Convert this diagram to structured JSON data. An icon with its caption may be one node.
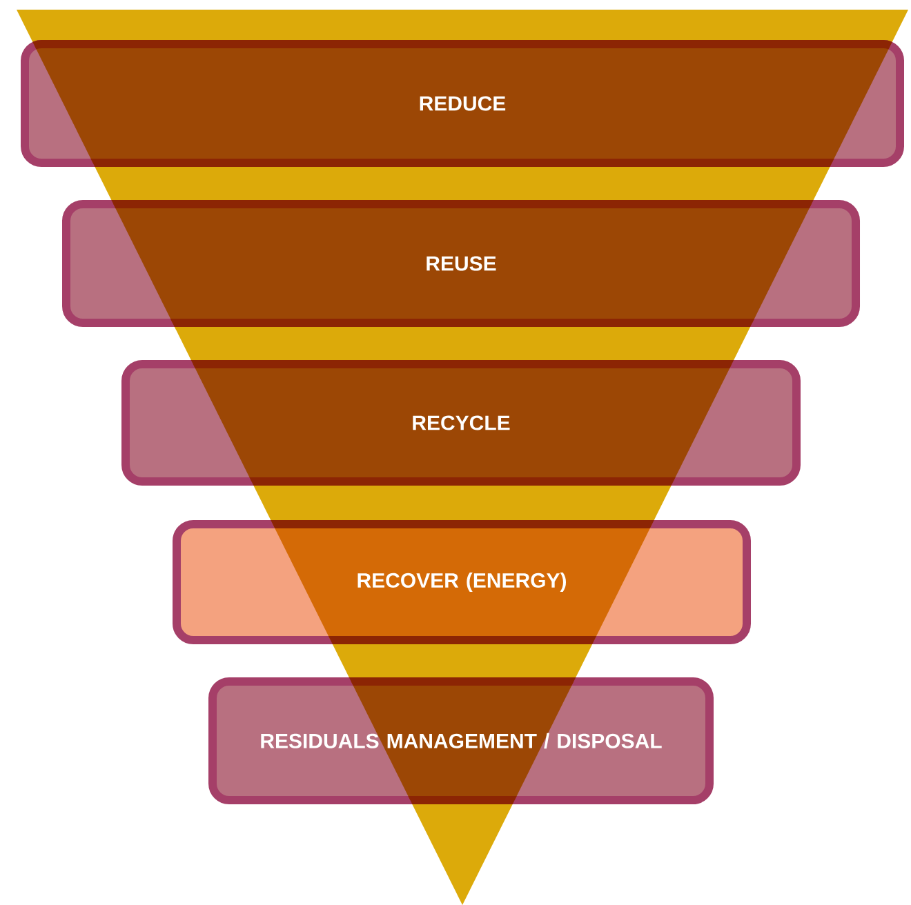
{
  "diagram": {
    "nodes": [
      {
        "text": [
          "REDUCE"
        ]
      },
      {
        "text": [
          "REUSE"
        ]
      },
      {
        "text": [
          "RECYCLE"
        ]
      },
      {
        "text": [
          "RECOVER (ENERGY)"
        ]
      },
      {
        "text": [
          "RESIDUALS MANAGEMENT / DISPOSAL"
        ]
      }
    ]
  }
}
